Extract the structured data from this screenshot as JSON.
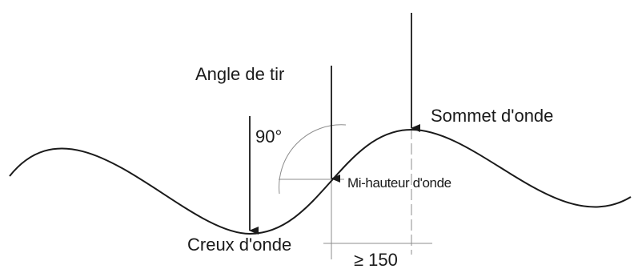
{
  "diagram": {
    "labels": {
      "angle_de_tir": "Angle de tir",
      "sommet": "Sommet d'onde",
      "angle_value": "90°",
      "mi_hauteur": "Mi-hauteur d'onde",
      "creux": "Creux d'onde",
      "distance": "≥ 150"
    },
    "colors": {
      "line": "#1a1a1a",
      "guide": "#999999",
      "background": "#ffffff"
    }
  }
}
